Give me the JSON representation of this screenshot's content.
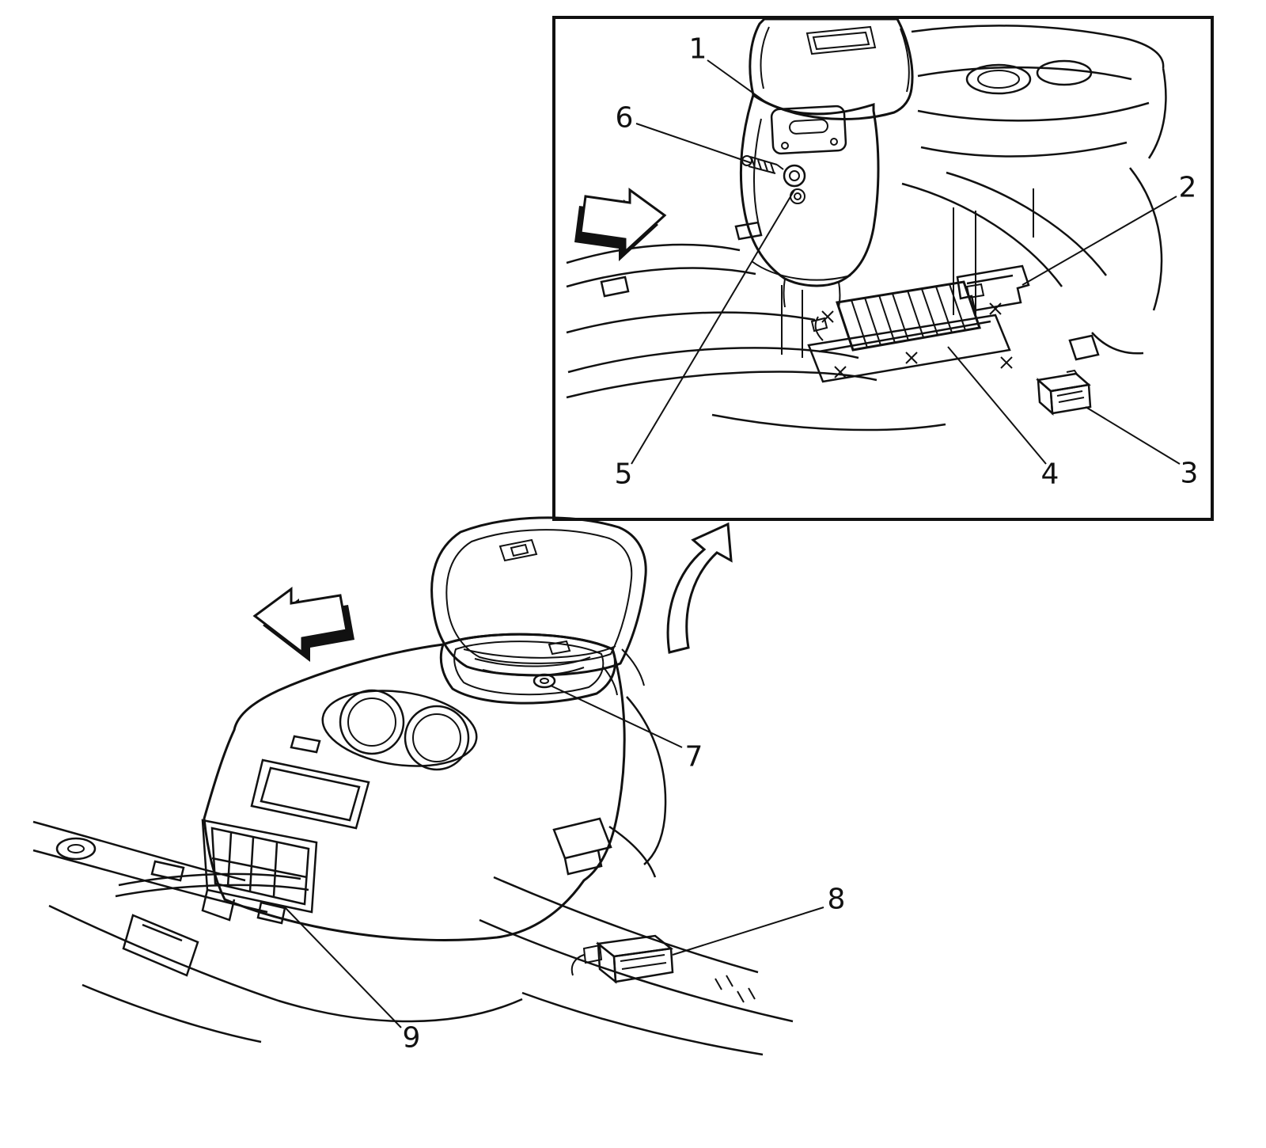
{
  "diagram": {
    "type": "technical-illustration",
    "subject": "center-console-removal-diagram",
    "background": "#ffffff",
    "line_color": "#111111",
    "inset": {
      "border_color": "#111111"
    },
    "callouts": [
      {
        "label": "1"
      },
      {
        "label": "2"
      },
      {
        "label": "3"
      },
      {
        "label": "4"
      },
      {
        "label": "5"
      },
      {
        "label": "6"
      },
      {
        "label": "7"
      },
      {
        "label": "8"
      },
      {
        "label": "9"
      }
    ]
  }
}
